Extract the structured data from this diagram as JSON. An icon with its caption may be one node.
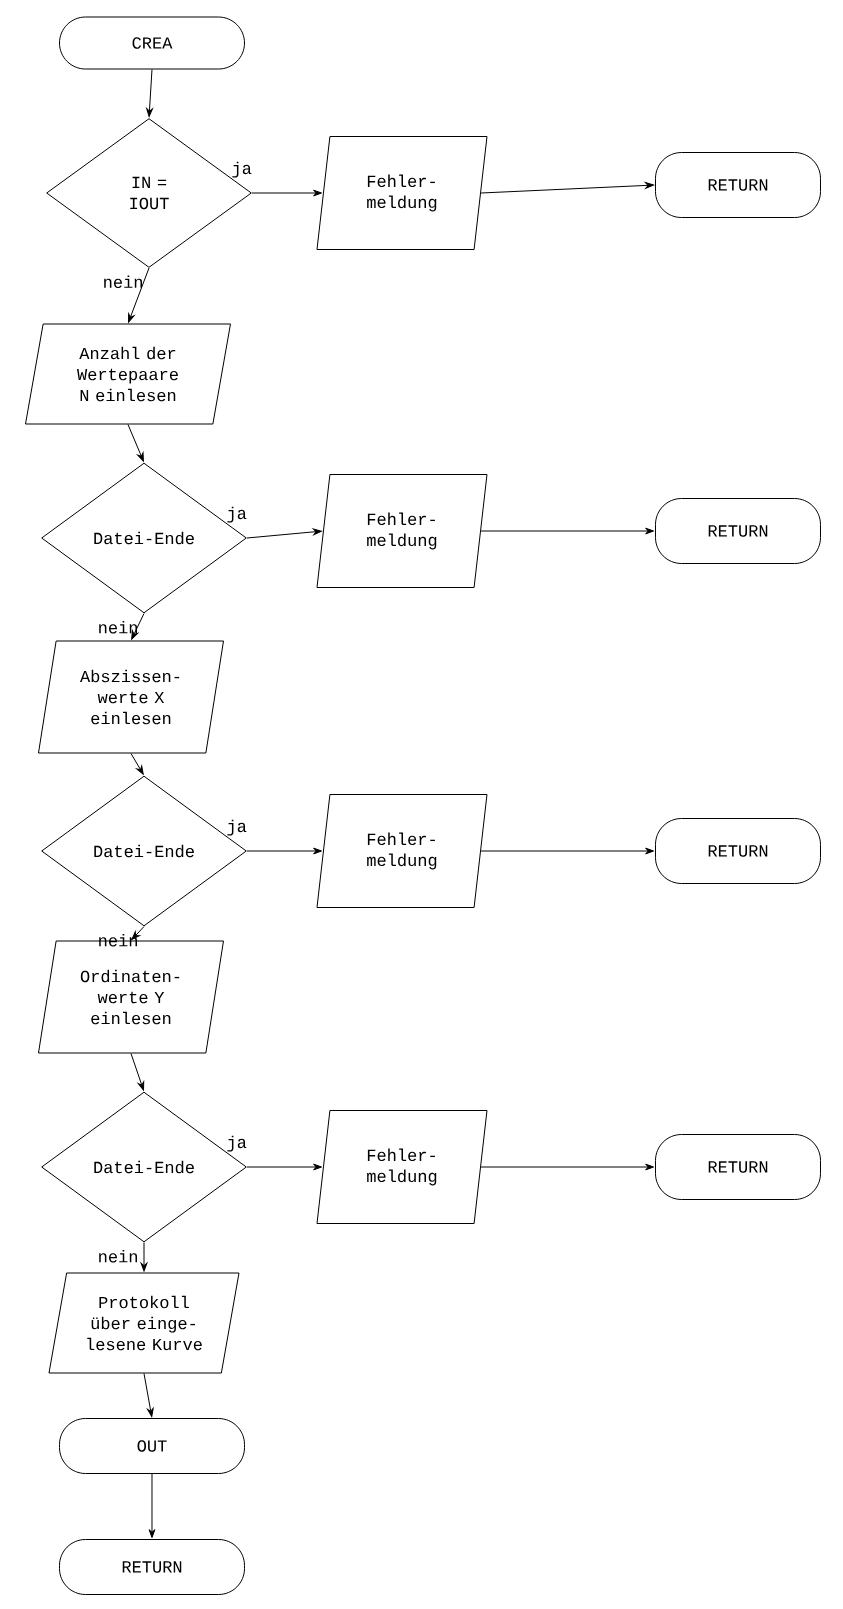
{
  "diagram": {
    "nodes": [
      {
        "text": [
          "CREA"
        ]
      },
      {
        "text": [
          "IN = IOUT"
        ]
      },
      {
        "text": [
          "Fehler- meldung"
        ]
      },
      {
        "text": [
          "RETURN"
        ]
      },
      {
        "text": [
          "Anzahl der Wertepaare N einlesen"
        ]
      },
      {
        "text": [
          "Datei-Ende"
        ]
      },
      {
        "text": [
          "Fehler- meldung"
        ]
      },
      {
        "text": [
          "RETURN"
        ]
      },
      {
        "text": [
          "Abszissen- werte X einlesen"
        ]
      },
      {
        "text": [
          "Datei-Ende"
        ]
      },
      {
        "text": [
          "Fehler- meldung"
        ]
      },
      {
        "text": [
          "RETURN"
        ]
      },
      {
        "text": [
          "Ordinaten- werte Y einlesen"
        ]
      },
      {
        "text": [
          "Datei-Ende"
        ]
      },
      {
        "text": [
          "Fehler- meldung"
        ]
      },
      {
        "text": [
          "RETURN"
        ]
      },
      {
        "text": [
          "Protokoll über einge- lesene Kurve"
        ]
      },
      {
        "text": [
          "OUT"
        ]
      },
      {
        "text": [
          "RETURN"
        ]
      }
    ],
    "edges": [
      {
        "from": 0,
        "to": 1,
        "arrow": "to"
      },
      {
        "from": 1,
        "to": 2,
        "arrow": "to",
        "label": "ja"
      },
      {
        "from": 2,
        "to": 3,
        "arrow": "to"
      },
      {
        "from": 1,
        "to": 4,
        "arrow": "to",
        "label": "nein"
      },
      {
        "from": 4,
        "to": 5,
        "arrow": "to"
      },
      {
        "from": 5,
        "to": 6,
        "arrow": "to",
        "label": "ja"
      },
      {
        "from": 6,
        "to": 7,
        "arrow": "to"
      },
      {
        "from": 5,
        "to": 8,
        "arrow": "to",
        "label": "nein"
      },
      {
        "from": 8,
        "to": 9,
        "arrow": "to"
      },
      {
        "from": 9,
        "to": 10,
        "arrow": "to",
        "label": "ja"
      },
      {
        "from": 10,
        "to": 11,
        "arrow": "to"
      },
      {
        "from": 9,
        "to": 12,
        "arrow": "to",
        "label": "nein"
      },
      {
        "from": 12,
        "to": 13,
        "arrow": "to"
      },
      {
        "from": 13,
        "to": 14,
        "arrow": "to",
        "label": "ja"
      },
      {
        "from": 14,
        "to": 15,
        "arrow": "to"
      },
      {
        "from": 13,
        "to": 16,
        "arrow": "to",
        "label": "nein"
      },
      {
        "from": 16,
        "to": 17,
        "arrow": "to"
      },
      {
        "from": 17,
        "to": 18,
        "arrow": "to"
      }
    ]
  }
}
